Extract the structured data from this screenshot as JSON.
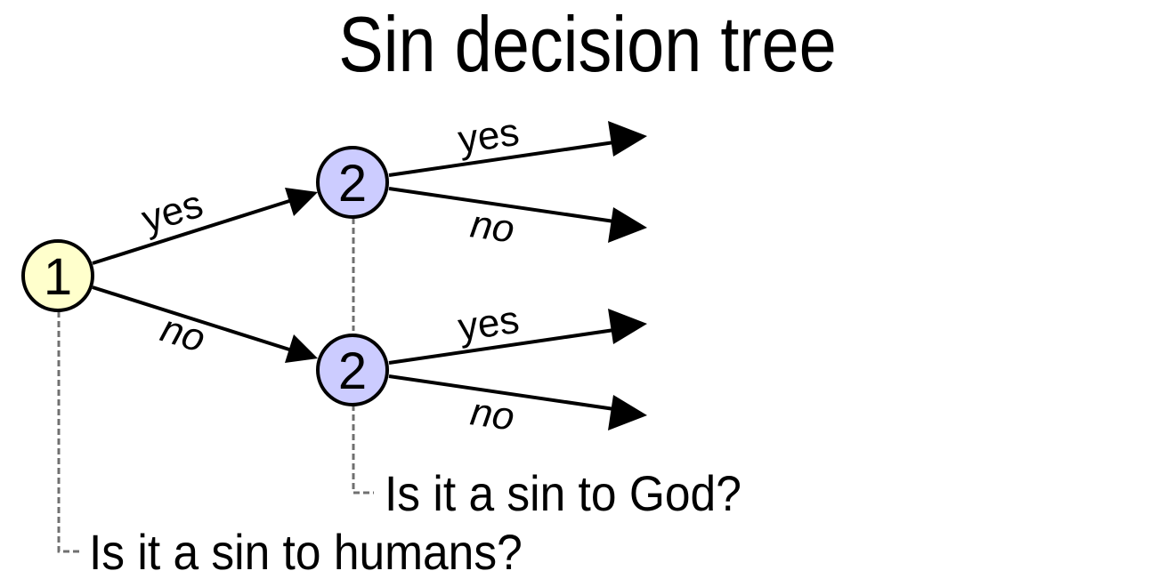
{
  "title": "Sin decision tree",
  "colors": {
    "node_level1_fill": "#ffffcc",
    "node_level2_fill": "#ccccff",
    "stroke": "#000000",
    "leader_line": "#707070",
    "background": "#ffffff"
  },
  "nodes": [
    {
      "id": "n1",
      "label": "1",
      "level": 1
    },
    {
      "id": "n2a",
      "label": "2",
      "level": 2
    },
    {
      "id": "n2b",
      "label": "2",
      "level": 2
    }
  ],
  "edges": [
    {
      "from": "n1",
      "to": "n2a",
      "label": "yes"
    },
    {
      "from": "n1",
      "to": "n2b",
      "label": "no"
    },
    {
      "from": "n2a",
      "to": "leaf1",
      "label": "yes"
    },
    {
      "from": "n2a",
      "to": "leaf2",
      "label": "no"
    },
    {
      "from": "n2b",
      "to": "leaf3",
      "label": "yes"
    },
    {
      "from": "n2b",
      "to": "leaf4",
      "label": "no"
    }
  ],
  "questions": [
    {
      "level": 1,
      "text": "Is it a sin to humans?"
    },
    {
      "level": 2,
      "text": "Is it a sin to God?"
    }
  ]
}
